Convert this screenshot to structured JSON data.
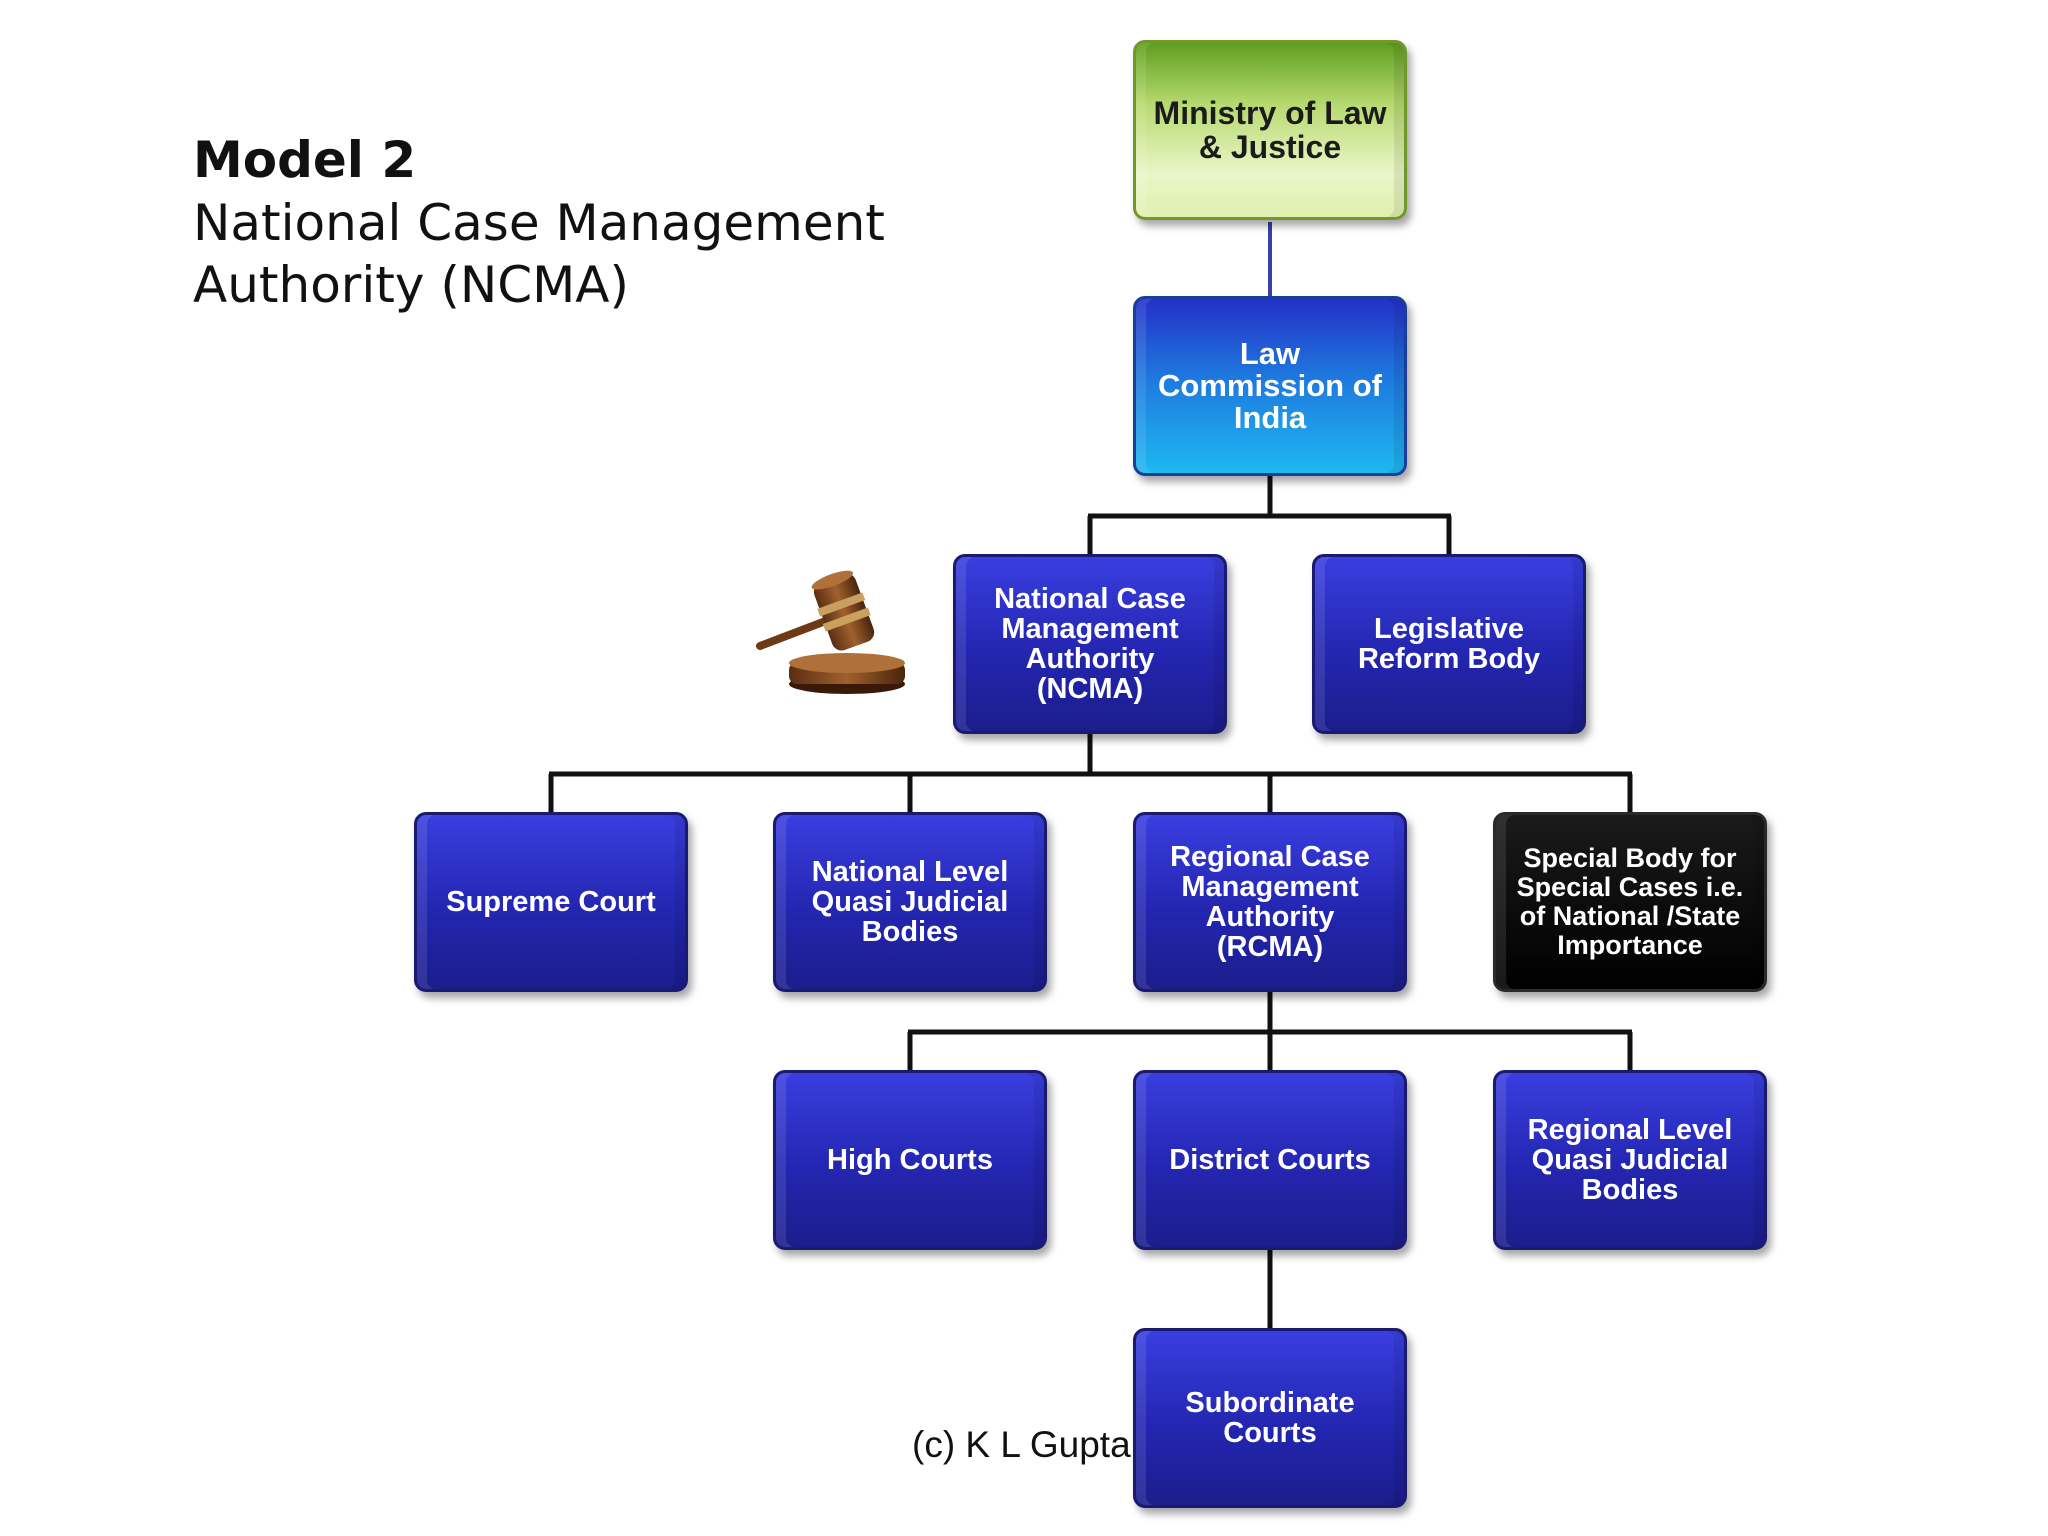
{
  "title": {
    "main": "Model 2",
    "sub": "National Case Management\nAuthority (NCMA)"
  },
  "nodes": {
    "ministry": "Ministry of Law & Justice",
    "law_commission": "Law Commission of India",
    "ncma": "National Case Management Authority (NCMA)",
    "legislative": "Legislative Reform Body",
    "supreme": "Supreme Court",
    "national_quasi": "National Level Quasi Judicial Bodies",
    "rcma": "Regional Case Management Authority (RCMA)",
    "special": "Special Body for Special Cases i.e. of National /State Importance",
    "high": "High Courts",
    "district": "District Courts",
    "regional_quasi": "Regional Level Quasi Judicial Bodies",
    "subordinate": "Subordinate Courts"
  },
  "colors": {
    "node_blue": "#2326b0",
    "node_green": "#b6d96f",
    "node_cyan": "#1eb8f0",
    "node_black": "#000000",
    "connector": "#111111",
    "top_connector": "#3a3ea8"
  },
  "icons": {
    "gavel": "gavel-icon"
  },
  "footer": {
    "credit": "(c) K L Gupta"
  }
}
